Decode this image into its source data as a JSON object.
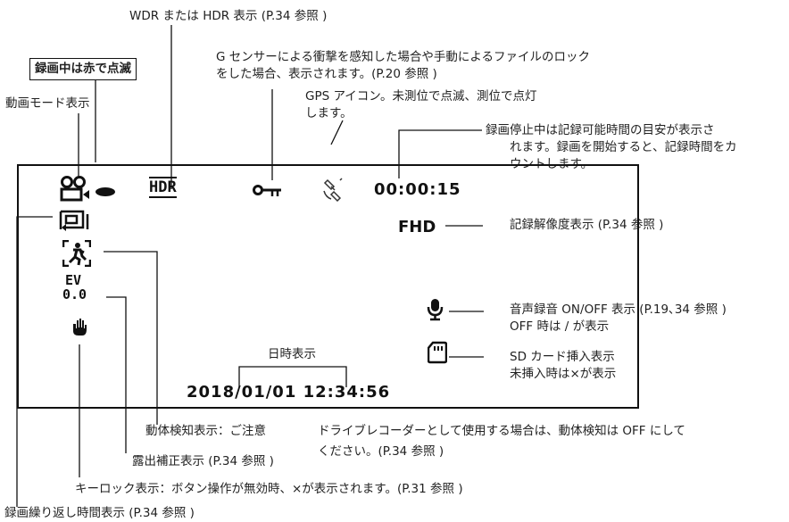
{
  "labels": {
    "wdr_hdr": "WDR または HDR 表示 (P.34 参照 )",
    "recording_blink": "録画中は赤で点滅",
    "gsensor_line1": "G センサーによる衝撃を感知した場合や手動によるファイルのロック",
    "gsensor_line2": "をした場合、表示されます。(P.20 参照 )",
    "video_mode": "動画モード表示",
    "gps_line1": "GPS アイコン。未測位で点滅、測位で点灯",
    "gps_line2": "します。",
    "time_line1": "録画停止中は記録可能時間の目安が表示さ",
    "time_line2": "れます。録画を開始すると、記録時間をカ",
    "time_line3": "ウントします。",
    "resolution": "記録解像度表示 (P.34 参照 )",
    "audio_line1": "音声録音 ON/OFF 表示 (P.19､34 参照 )",
    "audio_line2": "OFF 時は / が表示",
    "sd_line1": "SD カード挿入表示",
    "sd_line2": "未挿入時は×が表示",
    "datetime": "日時表示",
    "motion_prefix": "動体検知表示：ご注意",
    "motion_line1": "ドライブレコーダーとして使用する場合は、動体検知は OFF にして",
    "motion_line2": "ください。(P.34 参照 )",
    "exposure": "露出補正表示 (P.34 参照 )",
    "keylock": "キーロック表示：ボタン操作が無効時、×が表示されます。(P.31 参照 )",
    "loop": "録画繰り返し時間表示 (P.34 参照 )"
  },
  "screen": {
    "time": "00:00:15",
    "resolution": "FHD",
    "hdr": "HDR",
    "ev_label": "EV",
    "ev_value": "0.0",
    "datetime": "2018/01/01 12:34:56"
  },
  "icons": [
    "video-camera-icon",
    "record-dot-icon",
    "hdr-icon",
    "key-lock-icon",
    "gps-satellite-icon",
    "loop-record-icon",
    "motion-detect-icon",
    "hand-icon",
    "microphone-icon",
    "sd-card-icon"
  ]
}
